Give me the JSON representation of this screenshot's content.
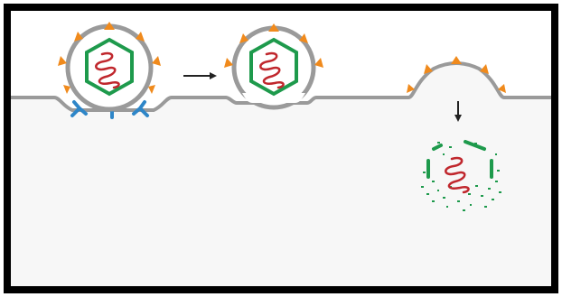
{
  "diagram": {
    "stages": [
      {
        "id": "attachment",
        "description_icon": "virion-bound-to-receptors"
      },
      {
        "id": "membrane-fusion",
        "description_icon": "virion-fusing"
      },
      {
        "id": "uncoating",
        "description_icon": "capsid-release"
      }
    ],
    "arrows": [
      "right-arrow",
      "down-arrow"
    ],
    "colors": {
      "frame": "#000000",
      "cytoplasm": "#f7f7f7",
      "membrane": "#9a9a9a",
      "spike": "#f08a1c",
      "capsid": "#1e9a4c",
      "genome": "#c0272d",
      "receptor": "#2e86c8",
      "arrow": "#222222"
    }
  }
}
